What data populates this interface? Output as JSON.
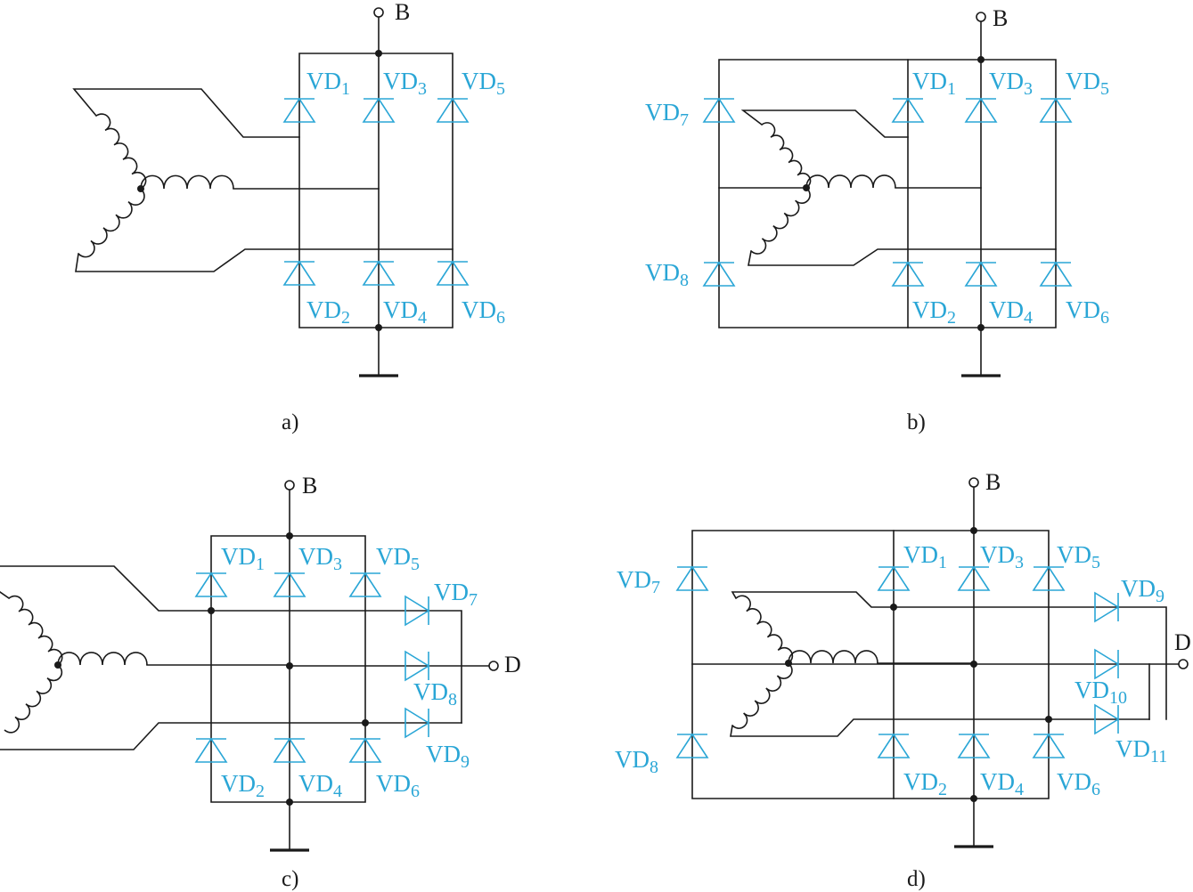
{
  "terminals": {
    "battery": "B",
    "d_terminal": "D"
  },
  "panels": [
    {
      "caption": "a)",
      "diodes": [
        "VD1",
        "VD2",
        "VD3",
        "VD4",
        "VD5",
        "VD6"
      ]
    },
    {
      "caption": "b)",
      "diodes": [
        "VD1",
        "VD2",
        "VD3",
        "VD4",
        "VD5",
        "VD6",
        "VD7",
        "VD8"
      ]
    },
    {
      "caption": "c)",
      "diodes": [
        "VD1",
        "VD2",
        "VD3",
        "VD4",
        "VD5",
        "VD6",
        "VD7",
        "VD8",
        "VD9"
      ]
    },
    {
      "caption": "d)",
      "diodes": [
        "VD1",
        "VD2",
        "VD3",
        "VD4",
        "VD5",
        "VD6",
        "VD7",
        "VD8",
        "VD9",
        "VD10",
        "VD11"
      ]
    }
  ],
  "colors": {
    "wire": "#1a1a1a",
    "diode": "#2aa6d6"
  }
}
